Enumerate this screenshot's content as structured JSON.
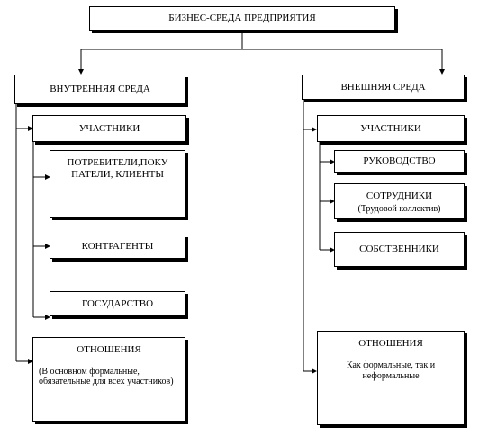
{
  "diagram": {
    "root": {
      "label": "БИЗНЕС-СРЕДА ПРЕДПРИЯТИЯ"
    },
    "internal": {
      "label": "ВНУТРЕННЯЯ СРЕДА",
      "participants": {
        "label": "УЧАСТНИКИ",
        "items": [
          "ПОТРЕБИТЕЛИ,ПОКУ ПАТЕЛИ, КЛИЕНТЫ",
          "КОНТРАГЕНТЫ",
          "ГОСУДАРСТВО"
        ]
      },
      "relations": {
        "label": "ОТНОШЕНИЯ",
        "note": "(В основном формальные, обязательные для всех участников)"
      }
    },
    "external": {
      "label": "ВНЕШНЯЯ СРЕДА",
      "participants": {
        "label": "УЧАСТНИКИ",
        "items": [
          "РУКОВОДСТВО",
          "СОТРУДНИКИ",
          "СОБСТВЕННИКИ"
        ],
        "employee_note": "(Трудовой коллектив)"
      },
      "relations": {
        "label": "ОТНОШЕНИЯ",
        "note": "Как формальные, так и неформальные"
      }
    }
  }
}
